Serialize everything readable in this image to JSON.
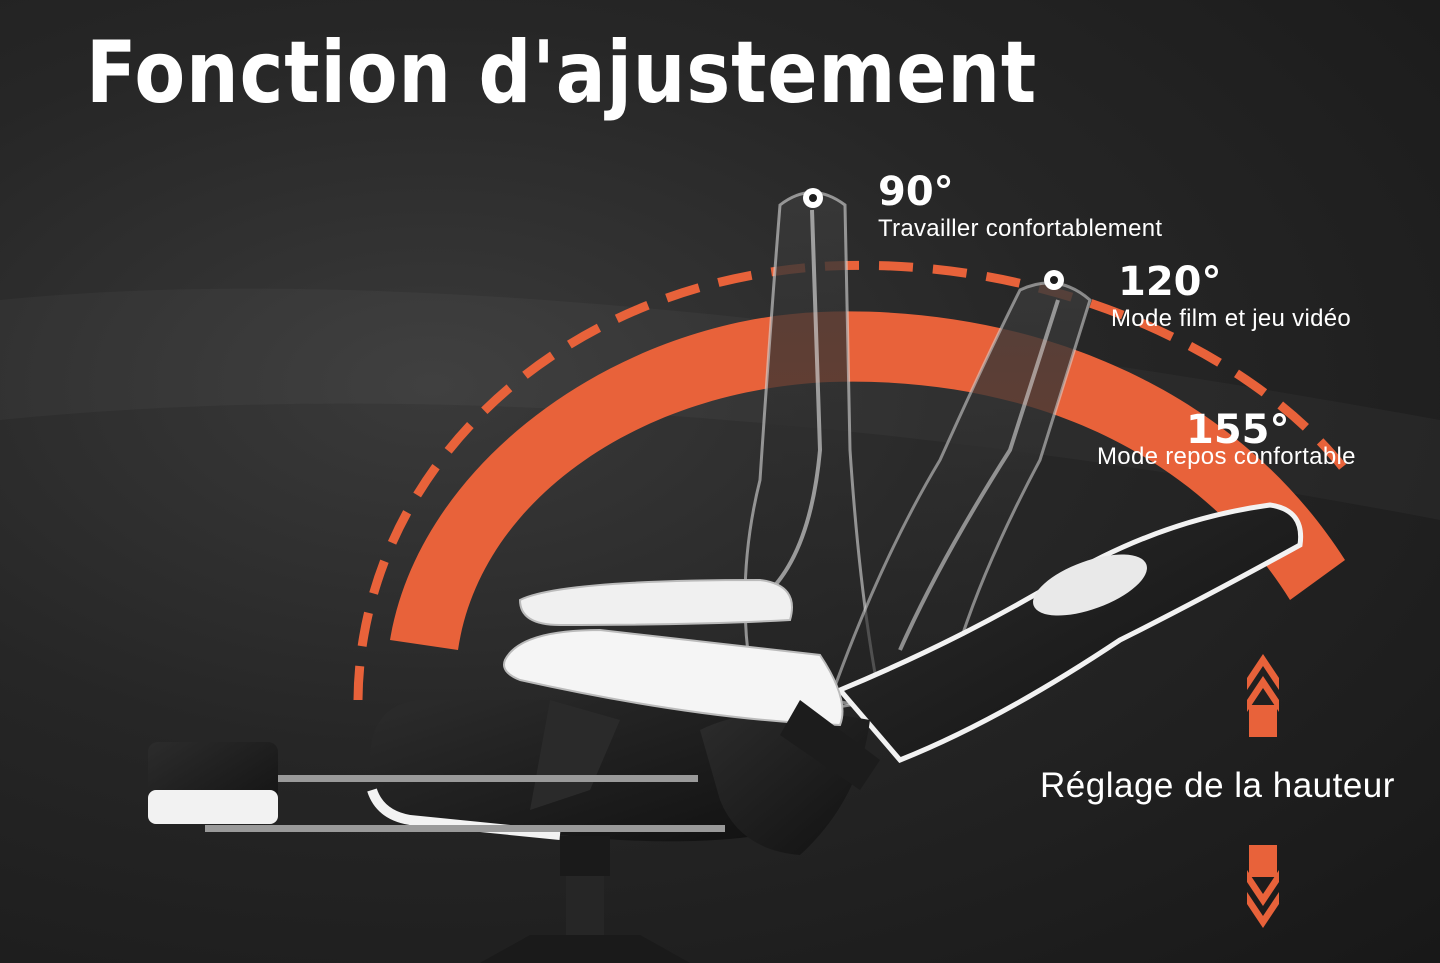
{
  "title": "Fonction d'ajustement",
  "angles": [
    {
      "degree": "90°",
      "mode": "Travailler confortablement"
    },
    {
      "degree": "120°",
      "mode": "Mode film et jeu vidéo"
    },
    {
      "degree": "155°",
      "mode": "Mode repos confortable"
    }
  ],
  "height_adjustment": {
    "label": "Réglage de la hauteur",
    "icons": [
      "chevron-up-icon",
      "chevron-down-icon"
    ]
  },
  "colors": {
    "accent": "#e8623a",
    "background": "#222222",
    "text": "#ffffff",
    "chair_body": "#1a1a1a",
    "chair_trim": "#f2f2f2"
  }
}
